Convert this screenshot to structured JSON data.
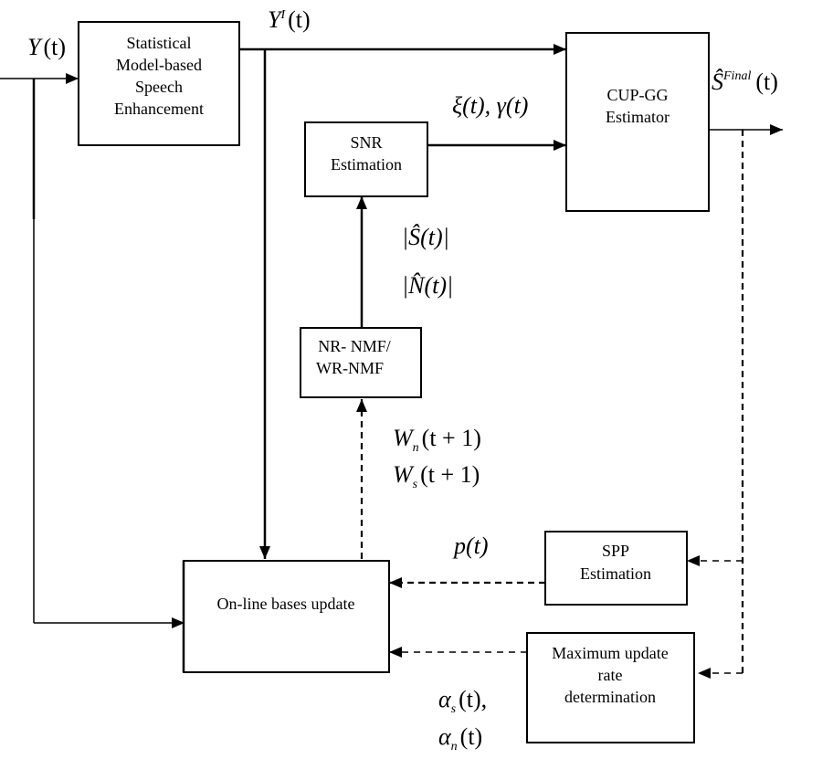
{
  "boxes": {
    "speech_enhancement": {
      "lines": [
        "Statistical",
        "Model-based",
        "Speech",
        "Enhancement"
      ]
    },
    "snr_estimation": {
      "lines": [
        "SNR",
        "Estimation"
      ]
    },
    "cup_gg": {
      "lines": [
        "CUP-GG",
        "Estimator"
      ]
    },
    "nmf": {
      "lines": [
        "NR- NMF/",
        "WR-NMF"
      ]
    },
    "online_update": {
      "lines": [
        "On-line bases update"
      ]
    },
    "spp_estimation": {
      "lines": [
        "SPP",
        "Estimation"
      ]
    },
    "max_update_rate": {
      "lines": [
        "Maximum update",
        "rate",
        "determination"
      ]
    }
  },
  "labels": {
    "input": {
      "base": "Y",
      "arg": "(t)"
    },
    "enhanced": {
      "base": "Y",
      "sup": "I",
      "arg": "(t)"
    },
    "snr_out": {
      "text": "ξ(t), γ(t)"
    },
    "final_out": {
      "base": "Ŝ",
      "sup": "Final",
      "arg": "(t)"
    },
    "s_hat": {
      "text": "|Ŝ(t)|"
    },
    "n_hat": {
      "text": "|N̂(t)|"
    },
    "wn": {
      "base": "W",
      "sub": "n",
      "arg": "(t + 1)"
    },
    "ws": {
      "base": "W",
      "sub": "s",
      "arg": "(t + 1)"
    },
    "p": {
      "text": "p(t)"
    },
    "alpha_s": {
      "base": "α",
      "sub": "s",
      "arg": "(t),"
    },
    "alpha_n": {
      "base": "α",
      "sub": "n",
      "arg": "(t)"
    }
  },
  "colors": {
    "stroke": "#000000",
    "background": "#ffffff"
  }
}
